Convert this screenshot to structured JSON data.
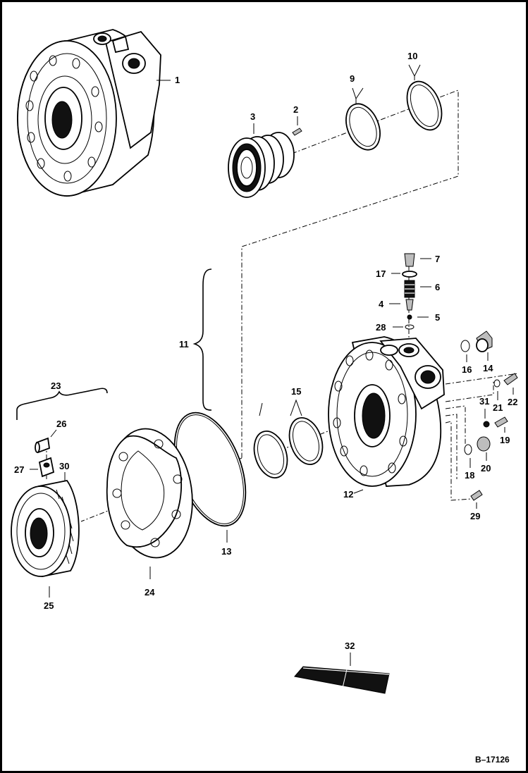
{
  "figure": {
    "reference": "B–17126"
  },
  "labels": {
    "p1": "1",
    "p2": "2",
    "p3": "3",
    "p4": "4",
    "p5": "5",
    "p6": "6",
    "p7": "7",
    "p9": "9",
    "p10": "10",
    "p11": "11",
    "p12": "12",
    "p13": "13",
    "p14": "14",
    "p15": "15",
    "p16": "16",
    "p17": "17",
    "p18": "18",
    "p19": "19",
    "p20": "20",
    "p21": "21",
    "p22": "22",
    "p23": "23",
    "p24": "24",
    "p25": "25",
    "p26": "26",
    "p27": "27",
    "p28": "28",
    "p29": "29",
    "p30": "30",
    "p31": "31",
    "p32": "32"
  }
}
